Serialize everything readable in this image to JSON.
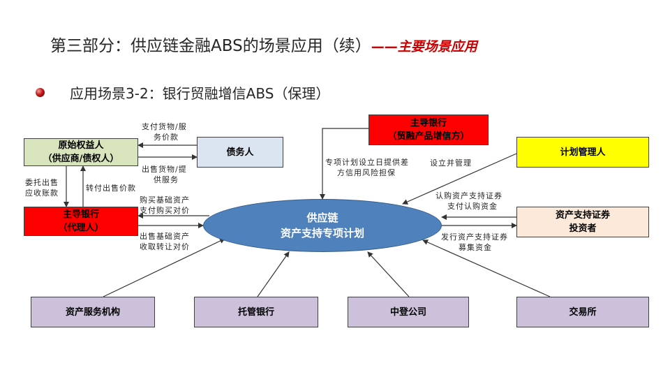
{
  "header": {
    "title": "第三部分：供应链金融ABS的场景应用（续）",
    "dash": "——",
    "subtitle_tag": "主要场景应用"
  },
  "section": {
    "heading": "应用场景3-2：银行贸融增信ABS（保理）"
  },
  "nodes": {
    "original_owner": {
      "line1": "原始权益人",
      "line2": "（供应商/债权人）"
    },
    "debtor": {
      "line1": "债务人"
    },
    "lead_bank_agent": {
      "line1": "主导银行",
      "line2": "（代理人）"
    },
    "lead_bank_product": {
      "line1": "主导银行",
      "line2": "（贸融产品增信方）"
    },
    "plan_manager": {
      "line1": "计划管理人"
    },
    "investors": {
      "line1": "资产支持证券",
      "line2": "投资者"
    },
    "center": {
      "line1": "供应链",
      "line2": "资产支持专项计划"
    },
    "asset_service": {
      "line1": "资产服务机构"
    },
    "custodian": {
      "line1": "托管银行"
    },
    "csdc": {
      "line1": "中登公司"
    },
    "exchange": {
      "line1": "交易所"
    }
  },
  "labels": {
    "pay_goods_1": "支付货物/服",
    "pay_goods_2": "务价款",
    "sell_goods_1": "出售货物/提",
    "sell_goods_2": "供服务",
    "entrust_1": "委托出售",
    "entrust_2": "应收账款",
    "transfer_pay": "转付出售价款",
    "buy_assets_1": "购买基础资产",
    "buy_assets_2": "支付购买对价",
    "sell_assets_1": "出售基础资产",
    "sell_assets_2": "收取转让对价",
    "guarantee_1": "专项计划设立日提供差",
    "guarantee_2": "方信用风险担保",
    "establish_manage": "设立并管理",
    "subscribe_1": "认购资产支持证券",
    "subscribe_2": "支付认购资金",
    "issue_1": "发行资产支持证券",
    "issue_2": "募集资金"
  },
  "colors": {
    "title_accent": "#cc0000",
    "green_box": "#d8e4bc",
    "blue_box": "#dbe5f1",
    "red_box": "#ff0000",
    "yellow_box": "#ffff00",
    "peach_box": "#fde9d9",
    "purple_box": "#ccc0da",
    "ellipse": "#4f81bd"
  }
}
